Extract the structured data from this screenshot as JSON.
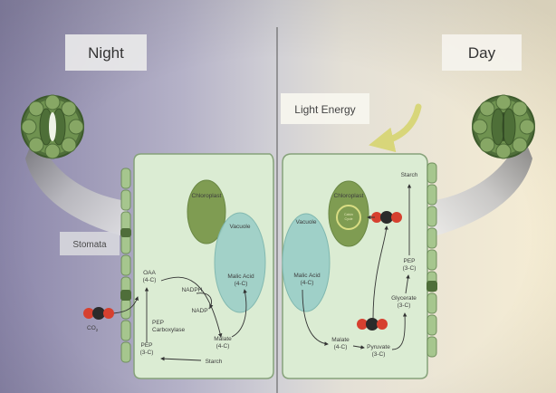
{
  "headers": {
    "night": "Night",
    "day": "Day"
  },
  "light_energy": "Light Energy",
  "stomata": "Stomata",
  "night_cell": {
    "chloroplast": "Chloroplast",
    "vacuole": "Vacuole",
    "malic_acid": "Malic Acid",
    "malic_acid_c": "(4-C)",
    "oaa": "OAA",
    "oaa_c": "(4-C)",
    "nadph": "NADPH",
    "nadp": "NADP",
    "nadp_sup": "+",
    "pep_carboxylase_1": "PEP",
    "pep_carboxylase_2": "Carboxylase",
    "pep": "PEP",
    "pep_c": "(3-C)",
    "malate": "Malate",
    "malate_c": "(4-C)",
    "starch": "Starch",
    "co2": "CO",
    "co2_sub": "2"
  },
  "day_cell": {
    "chloroplast": "Chloroplast",
    "calvin_cycle_1": "Calvin",
    "calvin_cycle_2": "Cycle",
    "vacuole": "Vacuole",
    "malic_acid": "Malic Acid",
    "malic_acid_c": "(4-C)",
    "starch": "Starch",
    "pep": "PEP",
    "pep_c": "(3-C)",
    "glycerate": "Glycerate",
    "glycerate_c": "(3-C)",
    "malate": "Malate",
    "malate_c": "(4-C)",
    "pyruvate": "Pyruvate",
    "pyruvate_c": "(3-C)"
  },
  "colors": {
    "night_bg": "#8f8aad",
    "day_bg": "#f2ead2",
    "cell_fill": "#d9ead2",
    "cell_stroke": "#8aa47e",
    "chloroplast": "#7f9d52",
    "vacuole": "#9fcfc8",
    "guard_cell": "#5f7f45",
    "light_arrow": "#d8d67a"
  }
}
